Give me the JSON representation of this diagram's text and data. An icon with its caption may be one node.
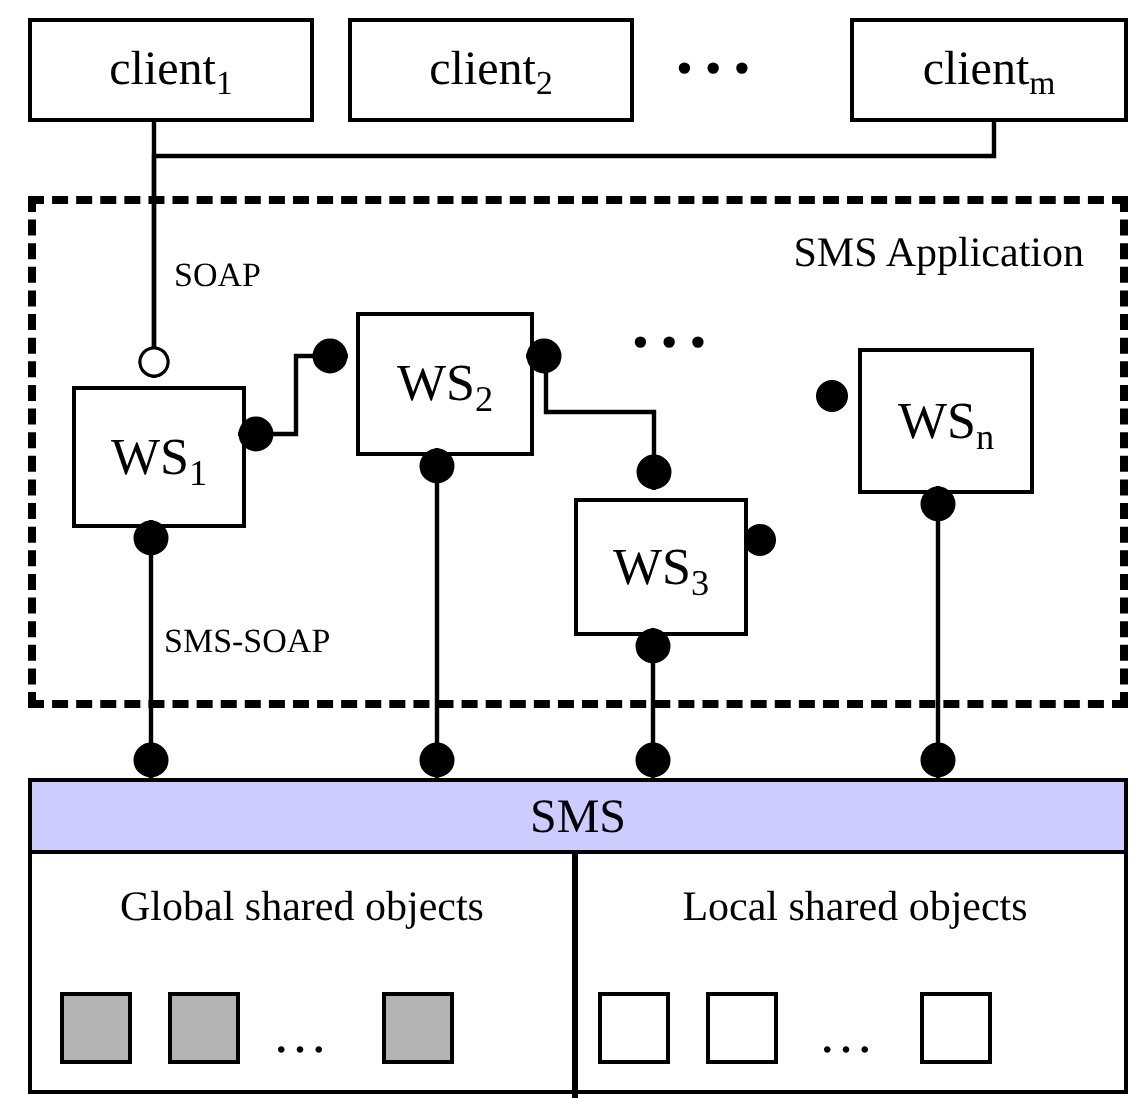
{
  "diagram": {
    "nodes": [
      {
        "text": [
          "client$_{1}$"
        ]
      },
      {
        "text": [
          "client$_{2}$"
        ]
      },
      {
        "text": [
          "client$_{m}$"
        ]
      },
      {
        "text": [
          "SMS Application"
        ]
      },
      {
        "text": [
          "WS$_{1}$"
        ],
        "in": 3
      },
      {
        "text": [
          "WS$_{2}$"
        ],
        "in": 3
      },
      {
        "text": [
          "WS$_{3}$"
        ],
        "in": 3
      },
      {
        "text": [
          "WS$_{n}$"
        ],
        "in": 3
      },
      {
        "text": [
          "SMS"
        ]
      },
      {
        "text": [
          "Global shared objects"
        ],
        "in": 8
      },
      {
        "text": [
          "Local shared objects"
        ],
        "in": 8
      }
    ],
    "edges": [
      {
        "from": 0,
        "to": 4,
        "arrow": "other",
        "label": "SOAP"
      },
      {
        "from": 2,
        "to": 4,
        "arrow": "other"
      },
      {
        "from": 4,
        "to": 5,
        "arrow": "other"
      },
      {
        "from": 5,
        "to": 6,
        "arrow": "other"
      },
      {
        "from": 4,
        "to": 8,
        "arrow": "other",
        "label": "SMS-SOAP"
      },
      {
        "from": 5,
        "to": 8,
        "arrow": "other"
      },
      {
        "from": 6,
        "to": 8,
        "arrow": "other"
      },
      {
        "from": 7,
        "to": 8,
        "arrow": "other"
      }
    ],
    "labels": [
      "• • •",
      "• • •",
      "…",
      "…"
    ]
  }
}
